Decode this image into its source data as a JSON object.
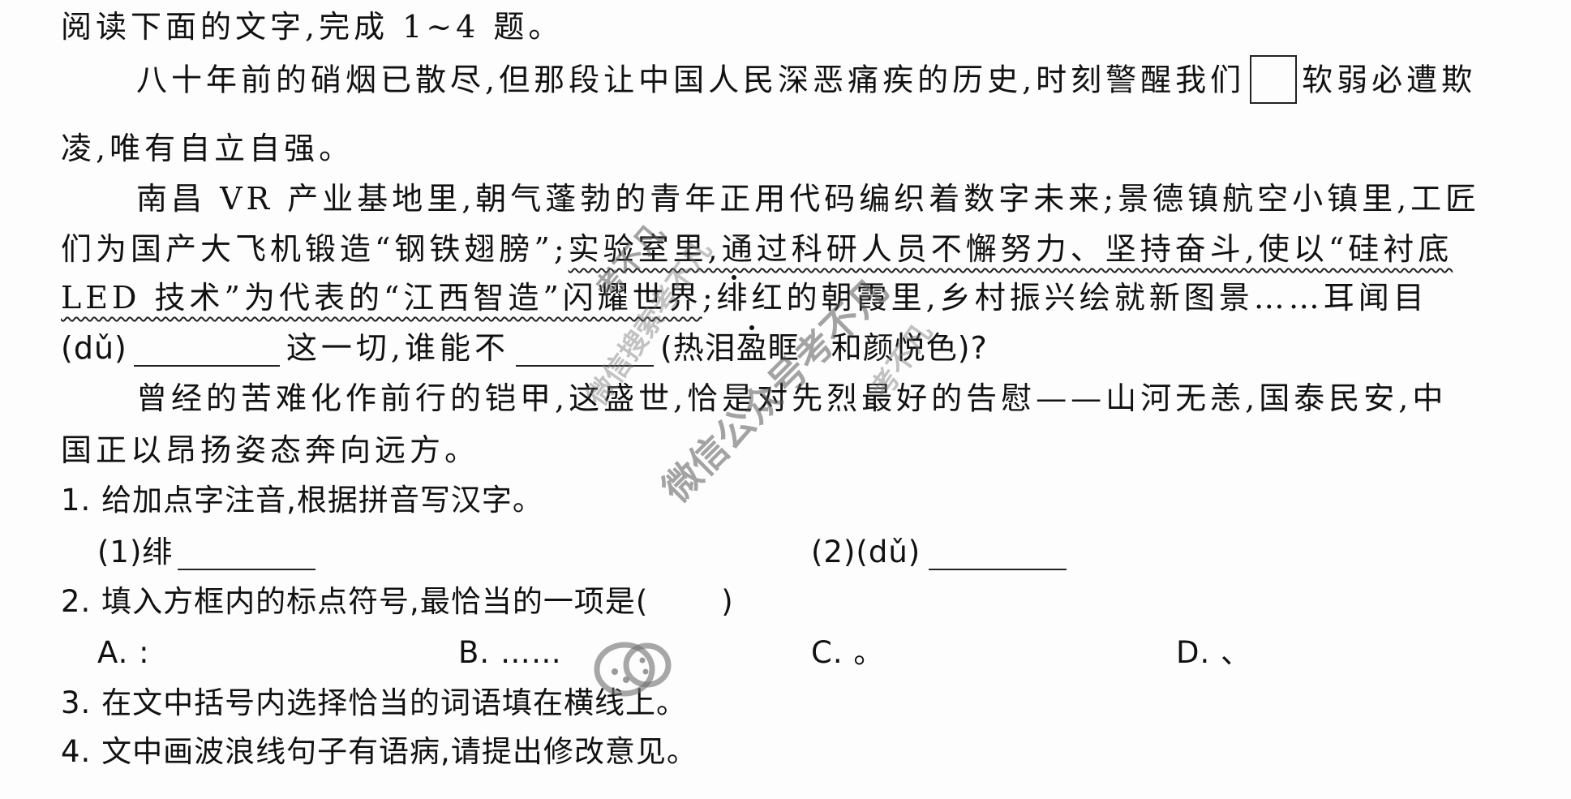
{
  "instruction": "阅读下面的文字,完成 1~4 题。",
  "passage": {
    "p1_a": "八十年前的硝烟已散尽,但那段让中国人民深恶痛疾的历史,时刻警醒我们",
    "p1_b": "软弱必遭欺",
    "p1_c": "凌,唯有自立自强。",
    "p2_l1": "南昌 VR 产业基地里,朝气蓬勃的青年正用代码编织着数字未来;景德镇航空小镇里,工匠",
    "p2_l2_a": "们为国产大飞机锻造“钢铁翅膀”;",
    "p2_l2_wavy": "实验室里,通过科研人员不懈努力、坚持奋斗,使以“硅衬底",
    "p2_l3_wavy": "LED 技术”为代表的“江西智造”闪耀世界",
    "p2_l3_b": ";",
    "p2_l3_dot": "绯",
    "p2_l3_c": "红的朝霞里,乡村振兴绘就新图景……耳闻目",
    "p2_l4_pinyin": "(dǔ)",
    "p2_l4_b": "这一切,谁能不",
    "p2_l4_paren_open": "(热泪",
    "p2_l4_dot": "盈",
    "p2_l4_paren_rest": "眶　和颜悦色)?",
    "p3_l1": "曾经的苦难化作前行的铠甲,这盛世,恰是对先烈最好的告慰——山河无恙,国泰民安,中",
    "p3_l2": "国正以昂扬姿态奔向远方。"
  },
  "questions": {
    "q1": "1. 给加点字注音,根据拼音写汉字。",
    "q1_sub1": "(1)绯",
    "q1_sub2": "(2)(dǔ)",
    "q2": "2. 填入方框内的标点符号,最恰当的一项是(",
    "q2_close": ")",
    "q2_options": [
      {
        "label": "A. :"
      },
      {
        "label": "B. ……"
      },
      {
        "label": "C. 。"
      },
      {
        "label": "D. 、"
      }
    ],
    "q3": "3. 在文中括号内选择恰当的词语填在横线上。",
    "q4": "4. 文中画波浪线句子有语病,请提出修改意见。"
  },
  "watermarks": {
    "w1": "考不凡",
    "w2": "微信搜索考不凡",
    "w3": "考不凡",
    "w4": "微信公众号考不凡",
    "icon": "wechat-logo-icon"
  }
}
